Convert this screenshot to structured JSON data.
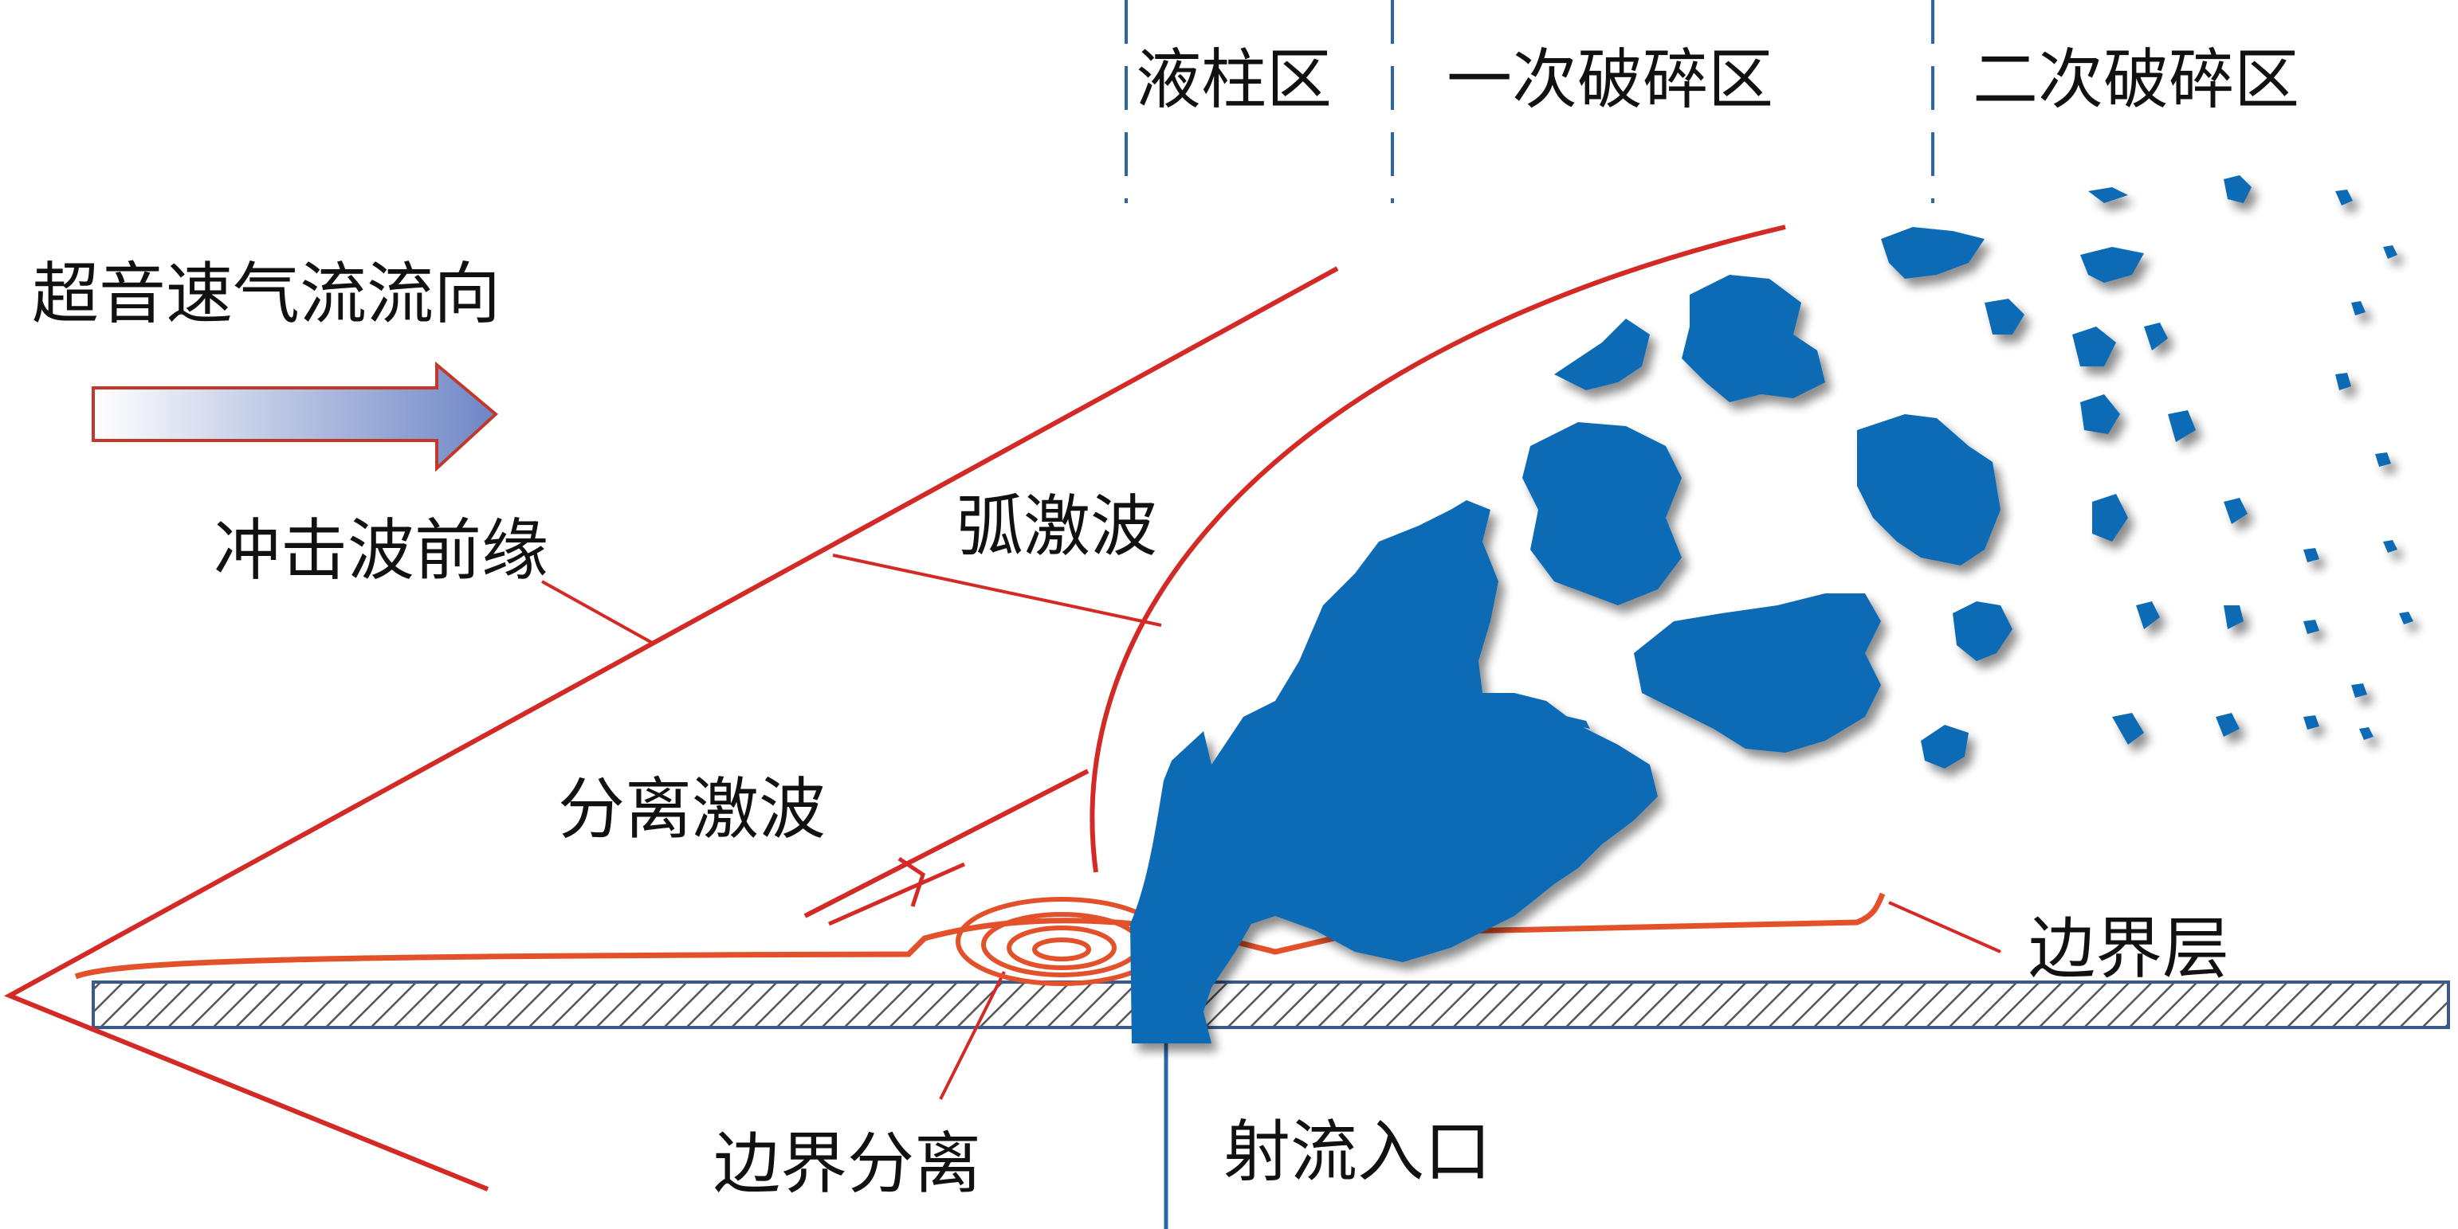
{
  "labels": {
    "zone_liquid_column": "液柱区",
    "zone_primary_breakup": "一次破碎区",
    "zone_secondary_breakup": "二次破碎区",
    "flow_direction": "超音速气流流向",
    "shock_front": "冲击波前缘",
    "bow_shock": "弧激波",
    "separation_shock": "分离激波",
    "boundary_layer": "边界层",
    "boundary_separation": "边界分离",
    "jet_inlet": "射流入口"
  },
  "colors": {
    "shock": "#d42a25",
    "boundary_layer": "#e2512a",
    "liquid": "#0f6ab4",
    "divider": "#2d66a8",
    "wall_stroke": "#3a5a8c",
    "arrow_start": "#ffffff",
    "arrow_end": "#6f86c6"
  }
}
